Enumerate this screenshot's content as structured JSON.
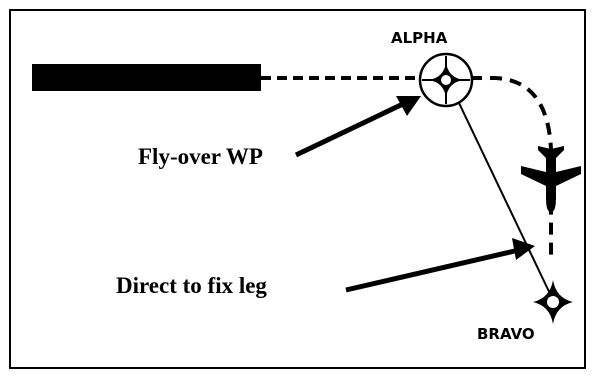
{
  "waypoints": {
    "alpha": {
      "label": "ALPHA"
    },
    "bravo": {
      "label": "BRAVO"
    }
  },
  "callouts": {
    "flyover": {
      "label": "Fly-over WP"
    },
    "direct_to_fix": {
      "label": "Direct to fix leg"
    }
  },
  "icons": [
    "flyover-waypoint-icon",
    "flyby-waypoint-icon",
    "airplane-icon"
  ],
  "colors": {
    "ink": "#000000",
    "background": "#ffffff"
  }
}
